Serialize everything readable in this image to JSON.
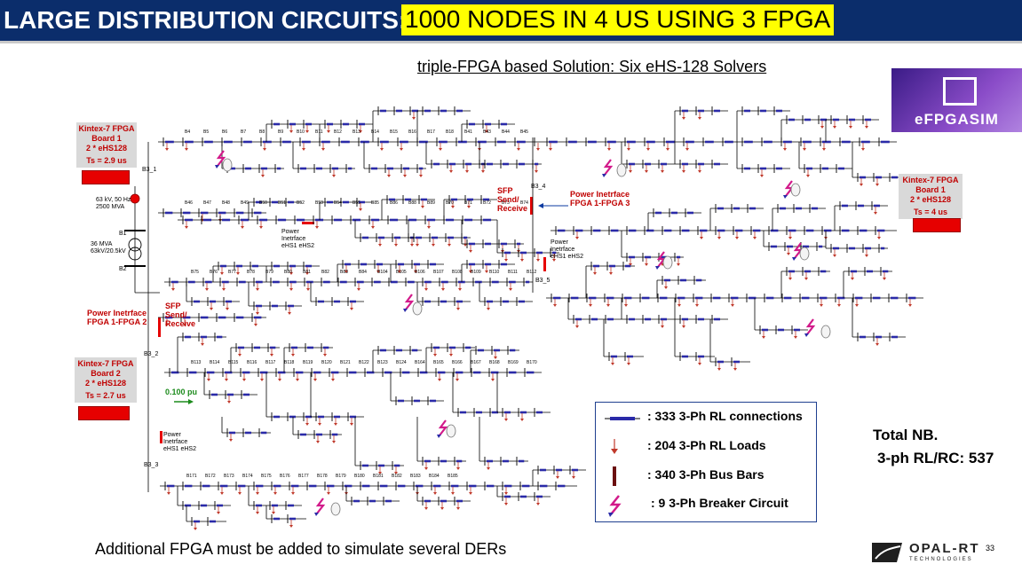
{
  "title": {
    "main": "LARGE DISTRIBUTION CIRCUITS:",
    "highlight": "1000 NODES IN 4 US USING 3 FPGA"
  },
  "subtitle": "triple-FPGA based Solution:  Six eHS-128 Solvers",
  "logo": {
    "text": "eFPGASIM"
  },
  "boards": [
    {
      "line1": "Kintex-7 FPGA",
      "line2": "Board 1",
      "line3": "2 * eHS128",
      "ts": "Ts = 2.9 us"
    },
    {
      "line1": "Kintex-7 FPGA",
      "line2": "Board 2",
      "line3": "2 * eHS128",
      "ts": "Ts = 2.7 us"
    },
    {
      "line1": "Kintex-7 FPGA",
      "line2": "Board 1",
      "line3": "2 * eHS128",
      "ts": "Ts = 4 us"
    }
  ],
  "labels": {
    "sfp1": "SFP Send/ Receive",
    "sfp2": "SFP Send/ Receive",
    "pi12": "Power Inetrface FPGA 1-FPGA 2",
    "pi13": "Power Inetrface FPGA 1-FPGA 3",
    "pi_ehs_a": "Power Inetrface eHS1 eHS2",
    "pi_ehs_b": "Power Inetrface eHS1 eHS2",
    "pi_ehs_c": "Power Inetrface eHS1 eHS2",
    "source": "63 kV, 50 Hz 2500 MVA",
    "transformer": "36 MVA 63kV/20.5kV",
    "pu": "0.100 pu",
    "b1": "B1",
    "b2": "B2",
    "b3_1": "B3_1",
    "b3_2": "B3_2",
    "b3_3": "B3_3",
    "b3_4": "B3_4",
    "b3_5": "B3_5"
  },
  "legend": [
    {
      "icon": "rl-connection",
      "text": ": 333 3-Ph RL connections"
    },
    {
      "icon": "rl-load",
      "text": ": 204 3-Ph RL Loads"
    },
    {
      "icon": "bus-bar",
      "text": ": 340  3-Ph Bus Bars"
    },
    {
      "icon": "breaker",
      "text": ": 9 3-Ph Breaker Circuit"
    }
  ],
  "total": {
    "line1": "Total NB.",
    "line2": "3-ph RL/RC: 537"
  },
  "footnote": "Additional FPGA must be added to simulate several DERs",
  "opal": {
    "word": "OPAL-RT",
    "sub": "TECHNOLOGIES"
  },
  "page_number": "33",
  "colors": {
    "title_bg": "#0b2d6b",
    "highlight": "#ffff00",
    "line": "#2a2aa8",
    "bus": "#000000",
    "load": "#c0392b",
    "red": "#e60000"
  }
}
